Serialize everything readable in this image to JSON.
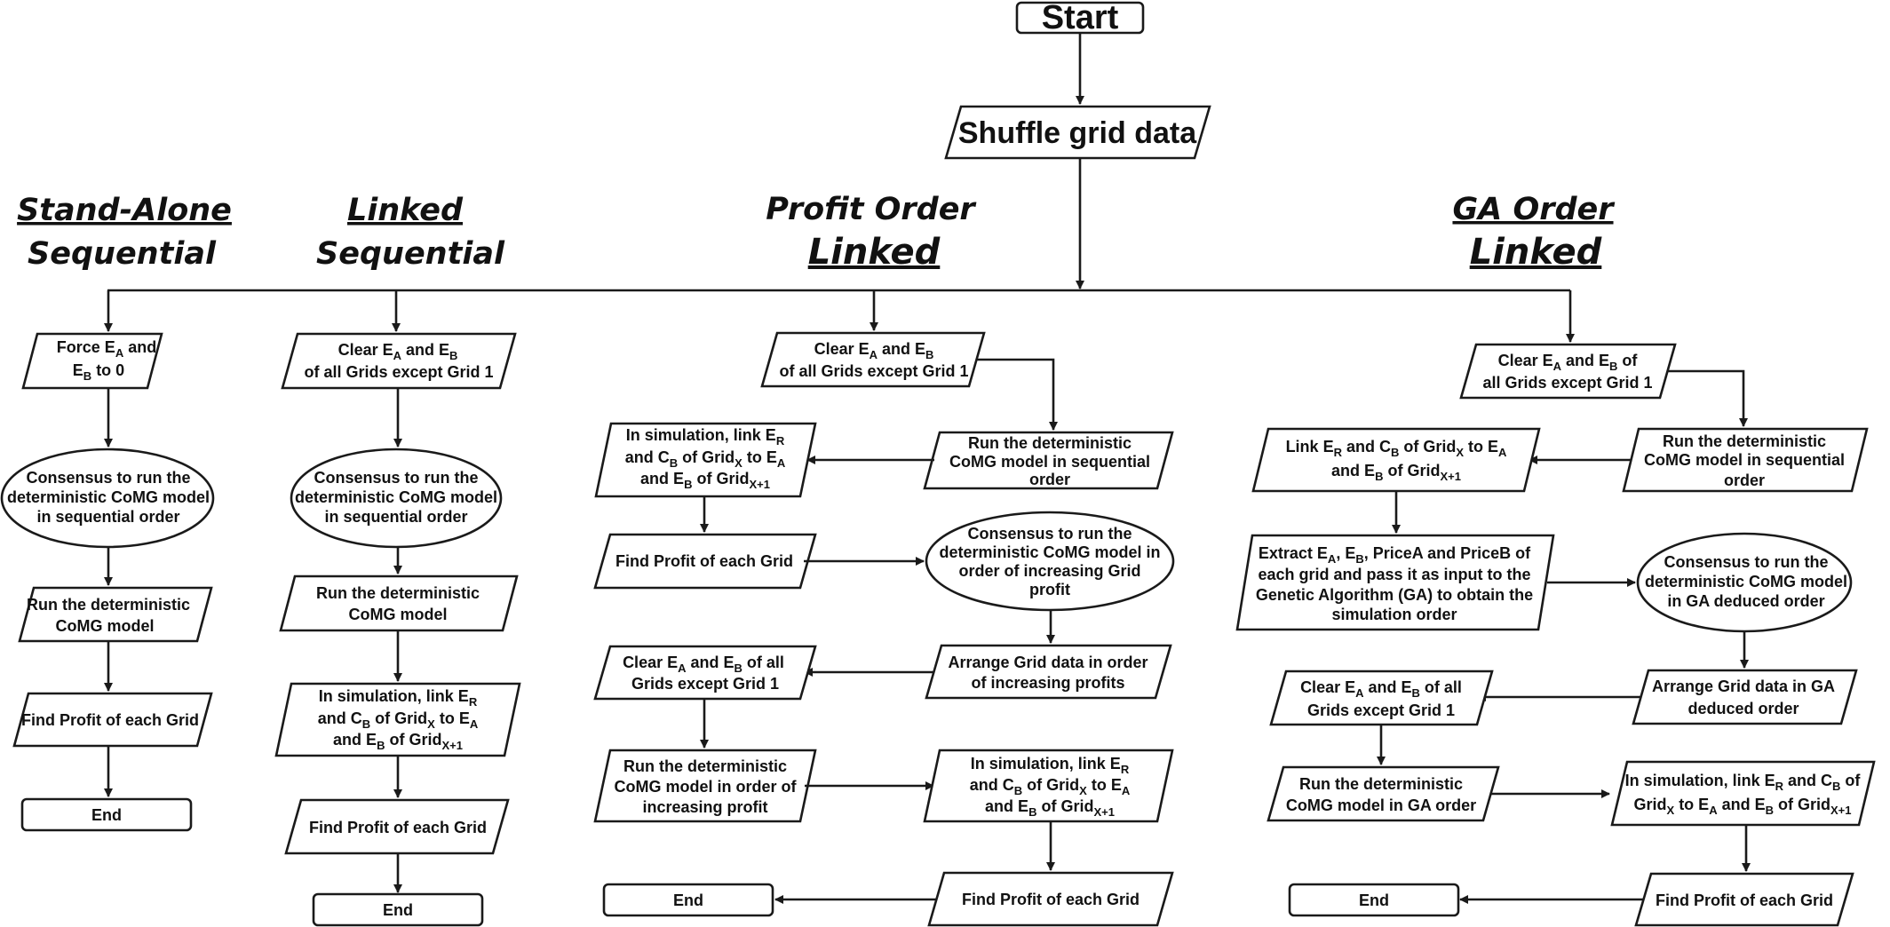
{
  "start": "Start",
  "shuffle": "Shuffle grid data",
  "headings": {
    "standalone": [
      "Stand-Alone",
      "Sequential"
    ],
    "linked": [
      "Linked",
      "Sequential"
    ],
    "profit": [
      "Profit Order",
      "Linked"
    ],
    "ga": [
      "GA Order",
      "Linked"
    ]
  },
  "sa": {
    "force": {
      "l1a": "Force E",
      "l1s": "A",
      "l1b": " and",
      "l2a": "E",
      "l2s": "B",
      "l2b": " to 0"
    },
    "consensus": [
      "Consensus to run the",
      "deterministic CoMG model",
      "in sequential order"
    ],
    "run": [
      "Run the deterministic",
      "CoMG model"
    ],
    "find": "Find Profit of each Grid",
    "end": "End"
  },
  "ls": {
    "clear": {
      "l1a": "Clear E",
      "l1s": "A",
      "l1b": " and E",
      "l1s2": "B",
      "l2": "of all Grids except Grid 1"
    },
    "consensus": [
      "Consensus to run the",
      "deterministic CoMG model",
      "in sequential order"
    ],
    "run": [
      "Run the deterministic",
      "CoMG model"
    ],
    "link": {
      "l1a": "In simulation, link E",
      "l1s": "R",
      "l2a": "and C",
      "l2s": "B",
      "l2b": " of Grid",
      "l2s2": "X",
      "l2c": " to E",
      "l2s3": "A",
      "l3a": "and E",
      "l3s": "B",
      "l3b": " of Grid",
      "l3s2": "X+1"
    },
    "find": "Find Profit of each Grid",
    "end": "End"
  },
  "po": {
    "clear": {
      "l1a": "Clear E",
      "l1s": "A",
      "l1b": " and E",
      "l1s2": "B",
      "l2": "of all Grids except Grid 1"
    },
    "run_seq": [
      "Run the deterministic",
      "CoMG model in sequential",
      "order"
    ],
    "link1": {
      "l1a": "In simulation, link E",
      "l1s": "R",
      "l2a": "and C",
      "l2s": "B",
      "l2b": " of Grid",
      "l2s2": "X",
      "l2c": " to E",
      "l2s3": "A",
      "l3a": "and E",
      "l3s": "B",
      "l3b": "  of Grid",
      "l3s2": "X+1"
    },
    "find1": "Find Profit of each Grid",
    "consensus": [
      "Consensus to run the",
      "deterministic CoMG model in",
      "order of increasing Grid",
      "profit"
    ],
    "arrange": [
      "Arrange Grid data in order",
      "of increasing profits"
    ],
    "clear2": {
      "l1a": "Clear E",
      "l1s": "A",
      "l1b": " and E",
      "l1s2": "B",
      "l1c": " of all",
      "l2": "Grids except Grid 1"
    },
    "run_inc": [
      "Run the deterministic",
      "CoMG model in order of",
      "increasing profit"
    ],
    "link2": {
      "l1a": "In simulation, link E",
      "l1s": "R",
      "l2a": "and C",
      "l2s": "B",
      "l2b": " of Grid",
      "l2s2": "X",
      "l2c": " to E",
      "l2s3": "A",
      "l3a": "and E",
      "l3s": "B",
      "l3b": " of Grid",
      "l3s2": "X+1"
    },
    "find2": "Find Profit of each Grid",
    "end": "End"
  },
  "ga": {
    "clear": {
      "l1a": "Clear E",
      "l1s": "A",
      "l1b": " and E",
      "l1s2": "B",
      "l1c": " of",
      "l2": "all Grids except Grid 1"
    },
    "run_seq": [
      "Run the deterministic",
      "CoMG model in sequential",
      "order"
    ],
    "link1": {
      "l1a": "Link E",
      "l1s": "R",
      "l1b": " and C",
      "l1s2": "B",
      "l1c": " of Grid",
      "l1s3": "X",
      "l1d": " to E",
      "l1s4": "A",
      "l2a": "and E",
      "l2s": "B",
      "l2b": " of Grid",
      "l2s2": "X+1"
    },
    "extract": {
      "l1a": "Extract E",
      "l1s": "A",
      "l1b": ", E",
      "l1s2": "B",
      "l1c": ", PriceA and PriceB of",
      "l2": "each grid and pass it as input to the",
      "l3": "Genetic Algorithm (GA) to obtain the",
      "l4": "simulation order"
    },
    "consensus": [
      "Consensus to run the",
      "deterministic CoMG model",
      "in GA deduced order"
    ],
    "arrange": [
      "Arrange Grid data in GA",
      "deduced order"
    ],
    "clear2": {
      "l1a": "Clear E",
      "l1s": "A",
      "l1b": " and E",
      "l1s2": "B",
      "l1c": " of all",
      "l2": "Grids except Grid 1"
    },
    "run_ga": [
      "Run the deterministic",
      "CoMG model in GA order"
    ],
    "link2": {
      "l1a": "In simulation, link E",
      "l1s": "R",
      "l1b": " and C",
      "l1s2": "B",
      "l1c": " of",
      "l2a": "Grid",
      "l2s": "X",
      "l2b": " to E",
      "l2s2": "A",
      "l2c": " and E",
      "l2s3": "B",
      "l2d": " of Grid",
      "l2s4": "X+1"
    },
    "find": "Find Profit of each Grid",
    "end": "End"
  }
}
